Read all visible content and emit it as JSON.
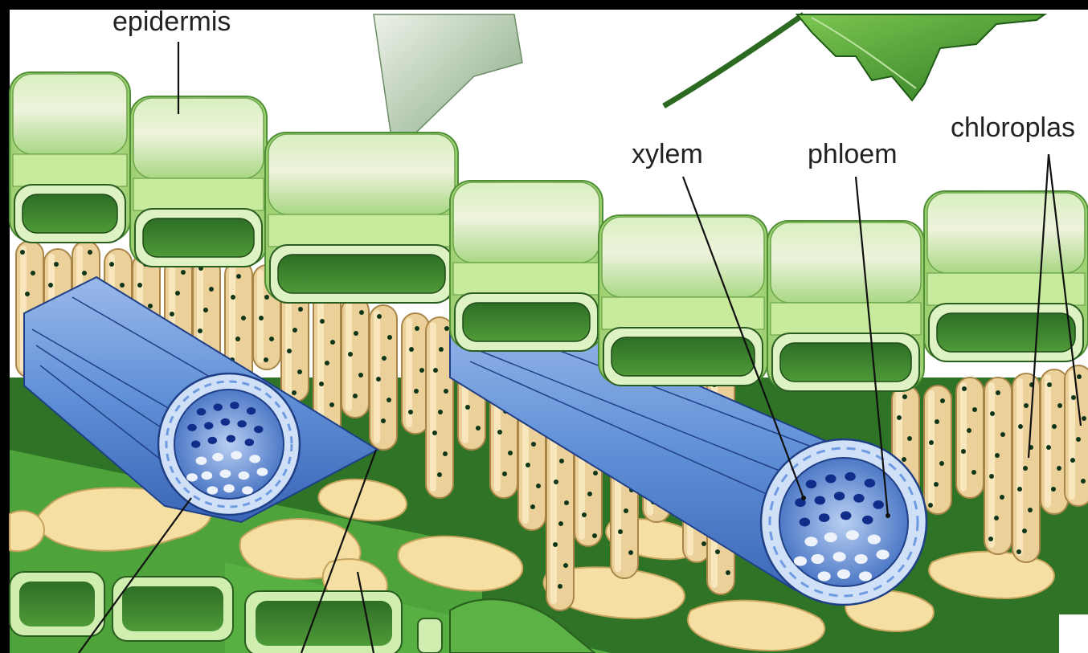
{
  "diagram": {
    "labels": {
      "epidermis": "epidermis",
      "xylem": "xylem",
      "phloem": "phloem",
      "chloroplast": "chloroplas"
    }
  }
}
